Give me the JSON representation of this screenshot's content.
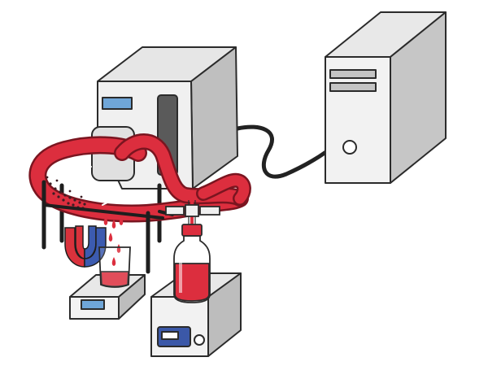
{
  "diagram": {
    "components": [
      "peristaltic-pump",
      "desktop-computer",
      "data-cable",
      "circulation-tube",
      "horseshoe-magnet",
      "support-stand",
      "sample-beaker",
      "digital-balance",
      "reservoir-bottle",
      "magnetic-stirrer-hotplate"
    ],
    "flow_arrows": 2,
    "colors": {
      "fluid": "#dc2e3e",
      "fluid_dark": "#a91d2b",
      "device_face": "#f0f0f0",
      "device_side": "#c6c6c6",
      "outline": "#2b2b2b",
      "screen": "#6fa6d8",
      "stirrer_panel": "#3b58a8",
      "magnet_red": "#d9323c",
      "magnet_blue": "#3c5bb0",
      "particles": "#3b1d23"
    }
  }
}
